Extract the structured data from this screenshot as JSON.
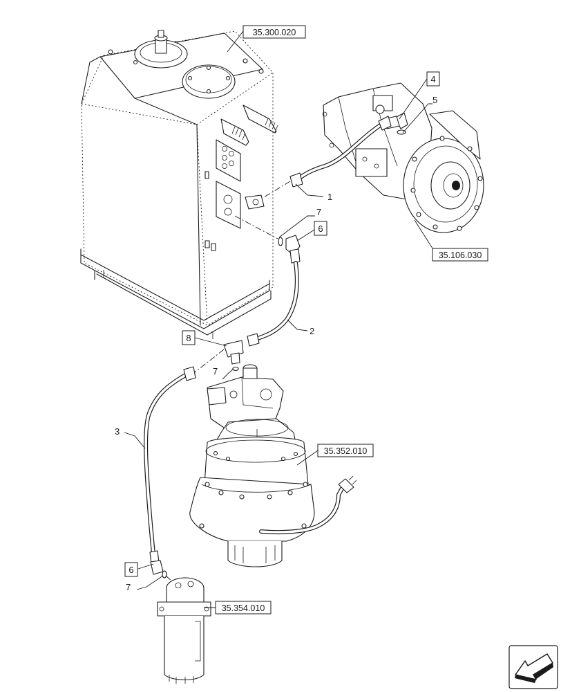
{
  "references": {
    "tank": "35.300.020",
    "main_pump": "35.106.030",
    "swing_motor": "35.352.010",
    "swivel_joint": "35.354.010"
  },
  "callouts": {
    "hose_pump_tank": "1",
    "hose_tank_tee": "2",
    "hose_tee_swivel": "3",
    "elbow_pump": "4",
    "oring_pump": "5",
    "elbow_tank": "6",
    "oring_tank": "7",
    "tee_fitting": "8",
    "oring_motor": "7",
    "elbow_swivel": "6",
    "oring_swivel": "7"
  },
  "icons": {
    "view_direction": "arrow-icon"
  }
}
